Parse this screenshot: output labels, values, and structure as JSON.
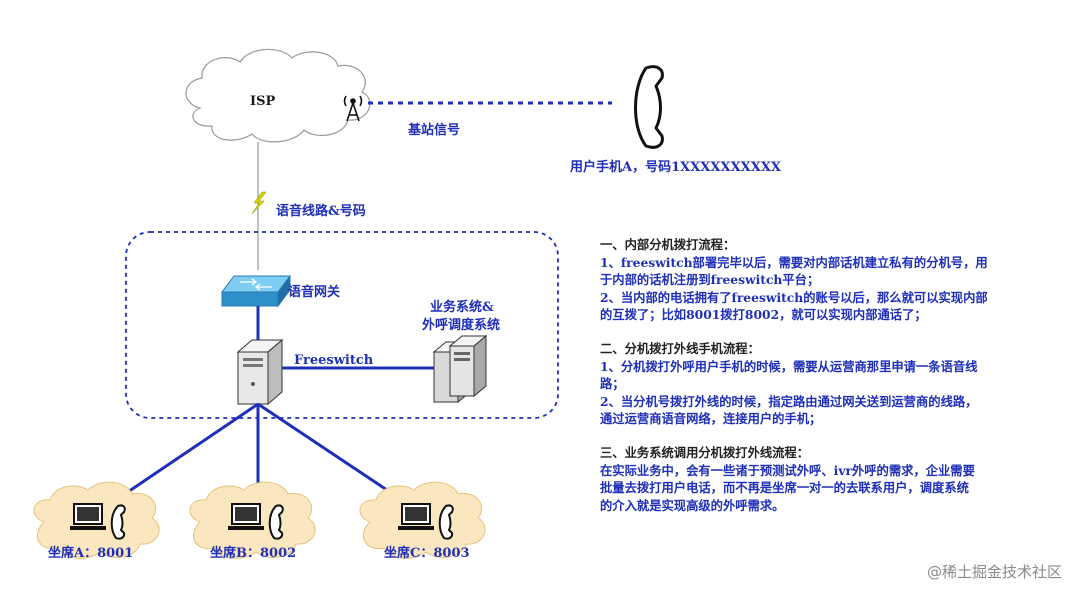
{
  "colors": {
    "link": "#1f2fb8",
    "text": "#1f2fb8",
    "cloud_fill": "#fbe7bf",
    "switch": "#3aa0d8"
  },
  "nodes": {
    "isp": "ISP",
    "base_station": "基站信号",
    "user_phone": "用户手机A，号码1XXXXXXXXXX",
    "line": "语音线路&号码",
    "gateway": "语音网关",
    "business_system_line1": "业务系统&",
    "business_system_line2": "外呼调度系统",
    "freeswitch": "Freeswitch",
    "seat_a": "坐席A：8001",
    "seat_b": "坐席B：8002",
    "seat_c": "坐席C：8003"
  },
  "notes": [
    {
      "title": "一、内部分机拨打流程：",
      "lines": [
        "1、freeswitch部署完毕以后，需要对内部话机建立私有的分机号，用",
        "于内部的话机注册到freeswitch平台；",
        "2、当内部的电话拥有了freeswitch的账号以后，那么就可以实现内部",
        "的互拨了；比如8001拨打8002，就可以实现内部通话了；"
      ]
    },
    {
      "title": "二、分机拨打外线手机流程：",
      "lines": [
        "1、分机拨打外呼用户手机的时候，需要从运营商那里申请一条语音线",
        "路；",
        "2、当分机号拨打外线的时候，指定路由通过网关送到运营商的线路，",
        "通过运营商语音网络，连接用户的手机；"
      ]
    },
    {
      "title": "三、业务系统调用分机拨打外线流程：",
      "lines": [
        "在实际业务中，会有一些诸于预测试外呼、ivr外呼的需求，企业需要",
        "批量去拨打用户电话，而不再是坐席一对一的去联系用户，调度系统",
        "的介入就是实现高级的外呼需求。"
      ]
    }
  ],
  "watermark": "@稀土掘金技术社区"
}
